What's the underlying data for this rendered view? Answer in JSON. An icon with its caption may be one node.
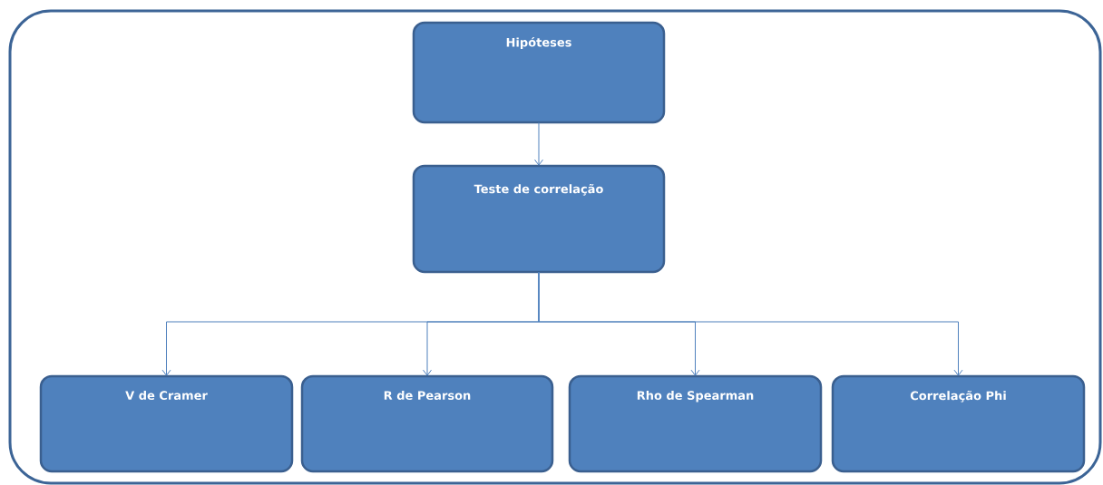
{
  "diagram": {
    "nodes": [
      {
        "text": [
          "Hipóteses"
        ]
      },
      {
        "text": [
          "Teste de correlação"
        ]
      },
      {
        "text": [
          "V de Cramer"
        ]
      },
      {
        "text": [
          "R de Pearson"
        ]
      },
      {
        "text": [
          "Rho de Spearman"
        ]
      },
      {
        "text": [
          "Correlação  Phi"
        ]
      }
    ],
    "edges": [
      {
        "from": 0,
        "to": 1,
        "arrow": "to"
      },
      {
        "from": 1,
        "to": 2,
        "arrow": "to"
      },
      {
        "from": 1,
        "to": 3,
        "arrow": "to"
      },
      {
        "from": 1,
        "to": 4,
        "arrow": "to"
      },
      {
        "from": 1,
        "to": 5,
        "arrow": "to"
      }
    ]
  }
}
